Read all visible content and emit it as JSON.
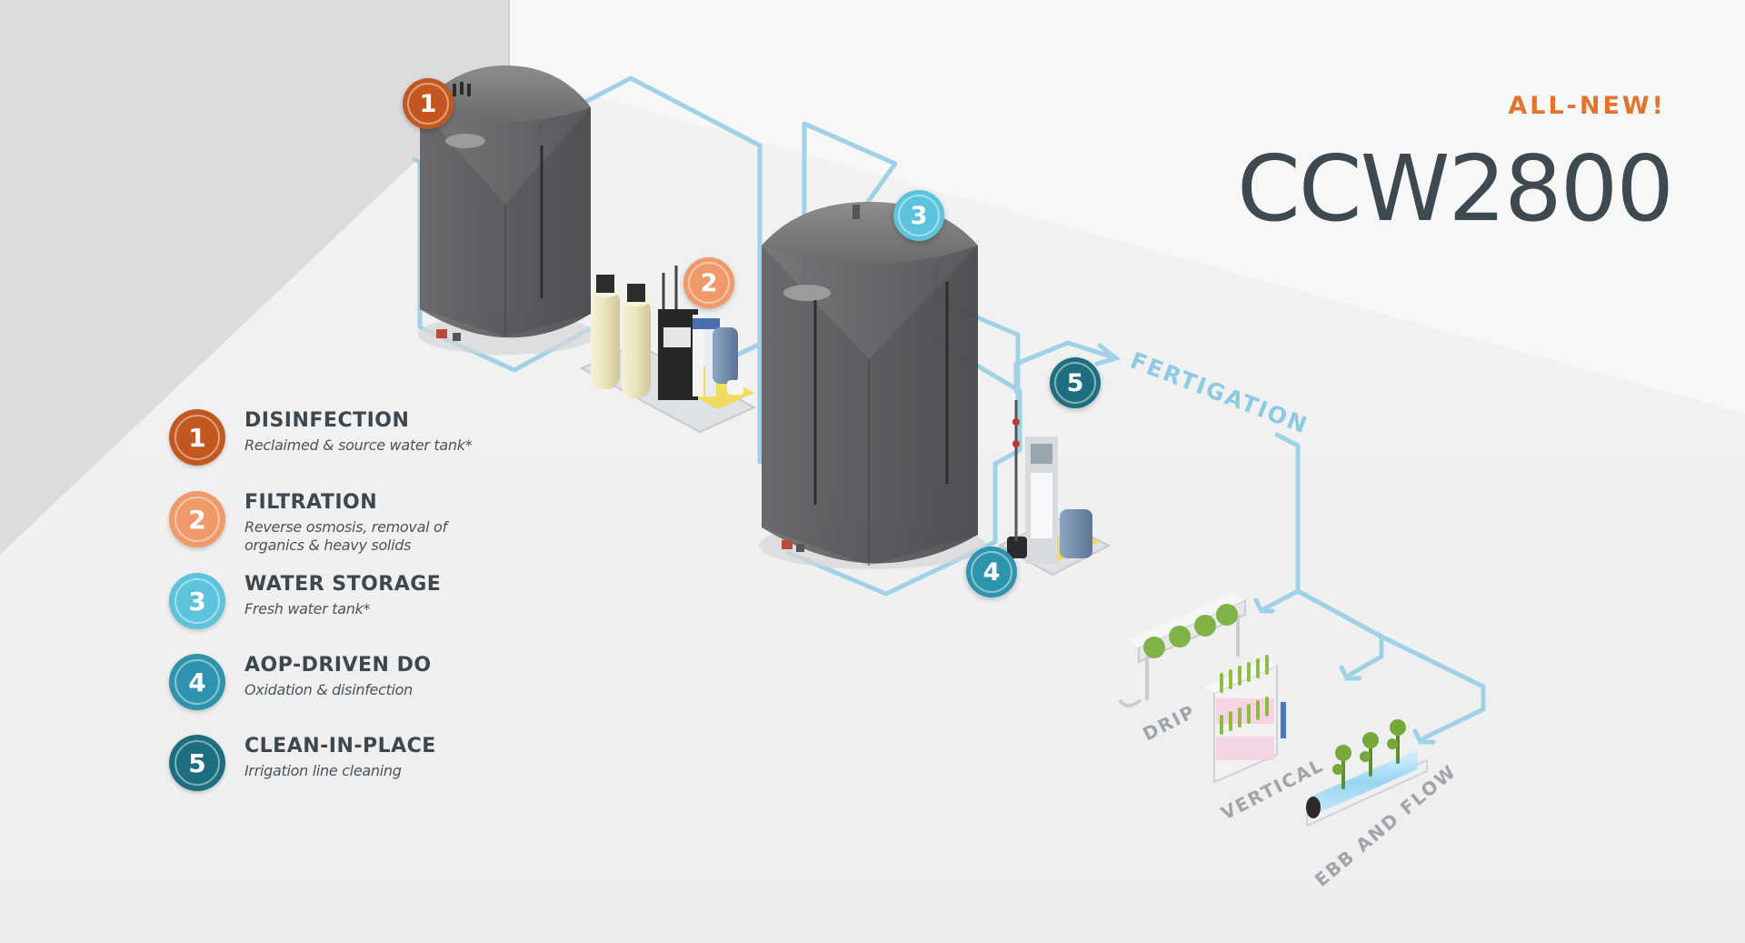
{
  "header": {
    "tagline": "ALL-NEW!",
    "product": "CCW2800"
  },
  "colors": {
    "step1": "#c2571f",
    "step2": "#ef9a68",
    "step3": "#5cc3dc",
    "step4": "#2e93ae",
    "step5": "#1d6f80",
    "pipe": "#9fd2e6",
    "accent": "#e2742d"
  },
  "legend": [
    {
      "num": "1",
      "title": "DISINFECTION",
      "desc": "Reclaimed & source water tank*"
    },
    {
      "num": "2",
      "title": "FILTRATION",
      "desc": "Reverse osmosis, removal of organics & heavy solids"
    },
    {
      "num": "3",
      "title": "WATER STORAGE",
      "desc": "Fresh water tank*"
    },
    {
      "num": "4",
      "title": "AOP-DRIVEN DO",
      "desc": "Oxidation & disinfection"
    },
    {
      "num": "5",
      "title": "CLEAN-IN-PLACE",
      "desc": "Irrigation line cleaning"
    }
  ],
  "diagram": {
    "badges": [
      "1",
      "2",
      "3",
      "4",
      "5"
    ],
    "labels": {
      "fertigation": "FERTIGATION",
      "drip": "DRIP",
      "vertical": "VERTICAL",
      "ebb_and_flow": "EBB AND FLOW"
    }
  }
}
